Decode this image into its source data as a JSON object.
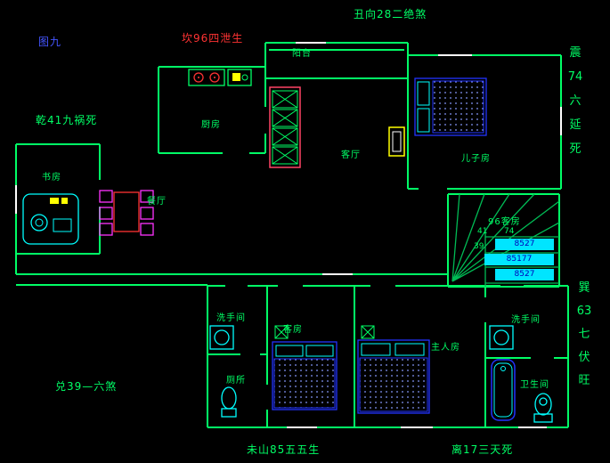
{
  "colors": {
    "background": "#000000",
    "wall_green": "#00ff66",
    "furniture_blue": "#2233ff",
    "fixture_cyan": "#00ffff",
    "sofa_red": "#ff4466",
    "dining_magenta": "#ff33ff",
    "accent_yellow": "#ffff00",
    "window_white": "#ffffff",
    "tread_cyan": "#00e5ff",
    "annotation_red": "#ff3333",
    "annotation_blue": "#4455ff"
  },
  "annotations": {
    "figure": "图九",
    "north": "坎96四泄生",
    "northeast": "丑向28二绝煞",
    "east_vertical": "震\n74\n六\n延\n死",
    "northwest": "乾41九祸死",
    "west": "兑39—六煞",
    "southwest": "未山85五五生",
    "south": "离17三天死",
    "southeast_vertical": "巽\n63\n七\n伏\n旺"
  },
  "rooms": {
    "balcony": "阳台",
    "kitchen": "厨房",
    "living": "客厅",
    "son_room": "儿子房",
    "study": "书房",
    "dining": "餐厅",
    "stair_area": "96客房",
    "bath_left": "洗手间",
    "guest_room": "客房",
    "master_room": "主人房",
    "bath_right": "洗手间",
    "toilet_room": "厕所",
    "bathroom": "卫生间"
  },
  "stairs": {
    "num1": "41",
    "num2": "74",
    "num3": "39",
    "tread1": "8527",
    "tread2": "85177",
    "tread3": "8527"
  }
}
